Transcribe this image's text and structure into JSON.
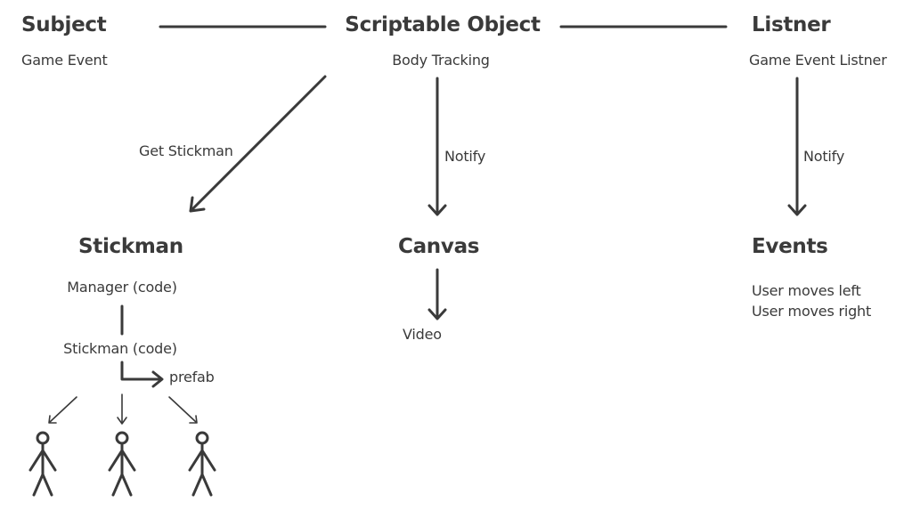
{
  "subject": {
    "title": "Subject",
    "subtitle": "Game Event"
  },
  "scriptable_object": {
    "title": "Scriptable Object",
    "subtitle": "Body Tracking"
  },
  "listener": {
    "title": "Listner",
    "subtitle": "Game Event Listner"
  },
  "edges": {
    "get_stickman": "Get Stickman",
    "notify_canvas": "Notify",
    "notify_events": "Notify"
  },
  "stickman": {
    "title": "Stickman",
    "manager": "Manager (code)",
    "code": "Stickman (code)",
    "prefab": "prefab",
    "instance_count": 3
  },
  "canvas": {
    "title": "Canvas",
    "output": "Video"
  },
  "events": {
    "title": "Events",
    "items": [
      "User moves left",
      "User moves right"
    ]
  },
  "colors": {
    "ink": "#3a3a3a",
    "background": "#ffffff"
  }
}
